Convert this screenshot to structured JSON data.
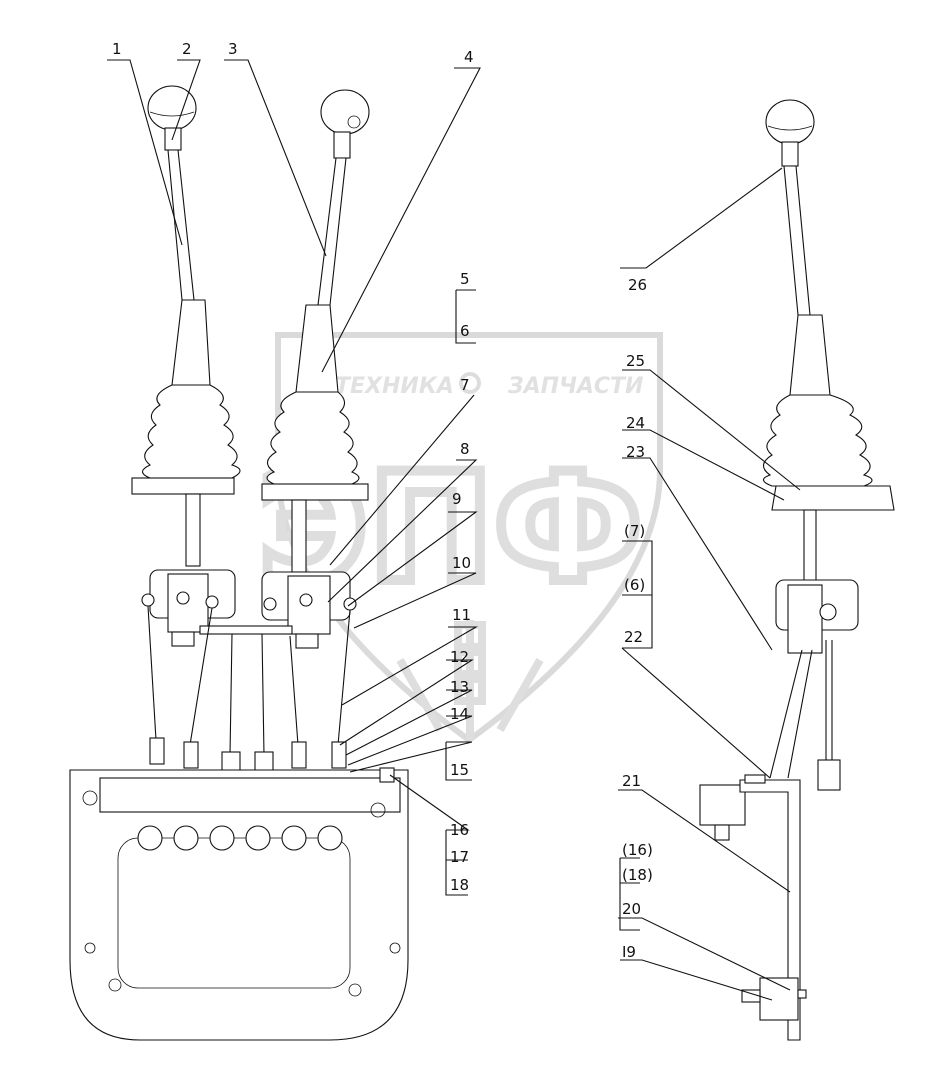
{
  "watermark": {
    "text_left": "ТЕХНИКА",
    "text_right": "ЗАПЧАСТИ",
    "big_letters": "ЭПФ",
    "color": "#c8c8c8"
  },
  "callouts": {
    "c1": "1",
    "c2": "2",
    "c3": "3",
    "c4": "4",
    "c5": "5",
    "c6": "6",
    "c7": "7",
    "c8": "8",
    "c9": "9",
    "c10": "10",
    "c11": "11",
    "c12": "12",
    "c13": "13",
    "c14": "14",
    "c15": "15",
    "c16": "16",
    "c17": "17",
    "c18": "18",
    "c19": "I9",
    "c20": "20",
    "c21": "21",
    "c22": "22",
    "c23": "23",
    "c24": "24",
    "c25": "25",
    "c26": "26",
    "c7b": "(7)",
    "c6b": "(6)",
    "c16b": "(16)",
    "c18b": "(18)"
  }
}
